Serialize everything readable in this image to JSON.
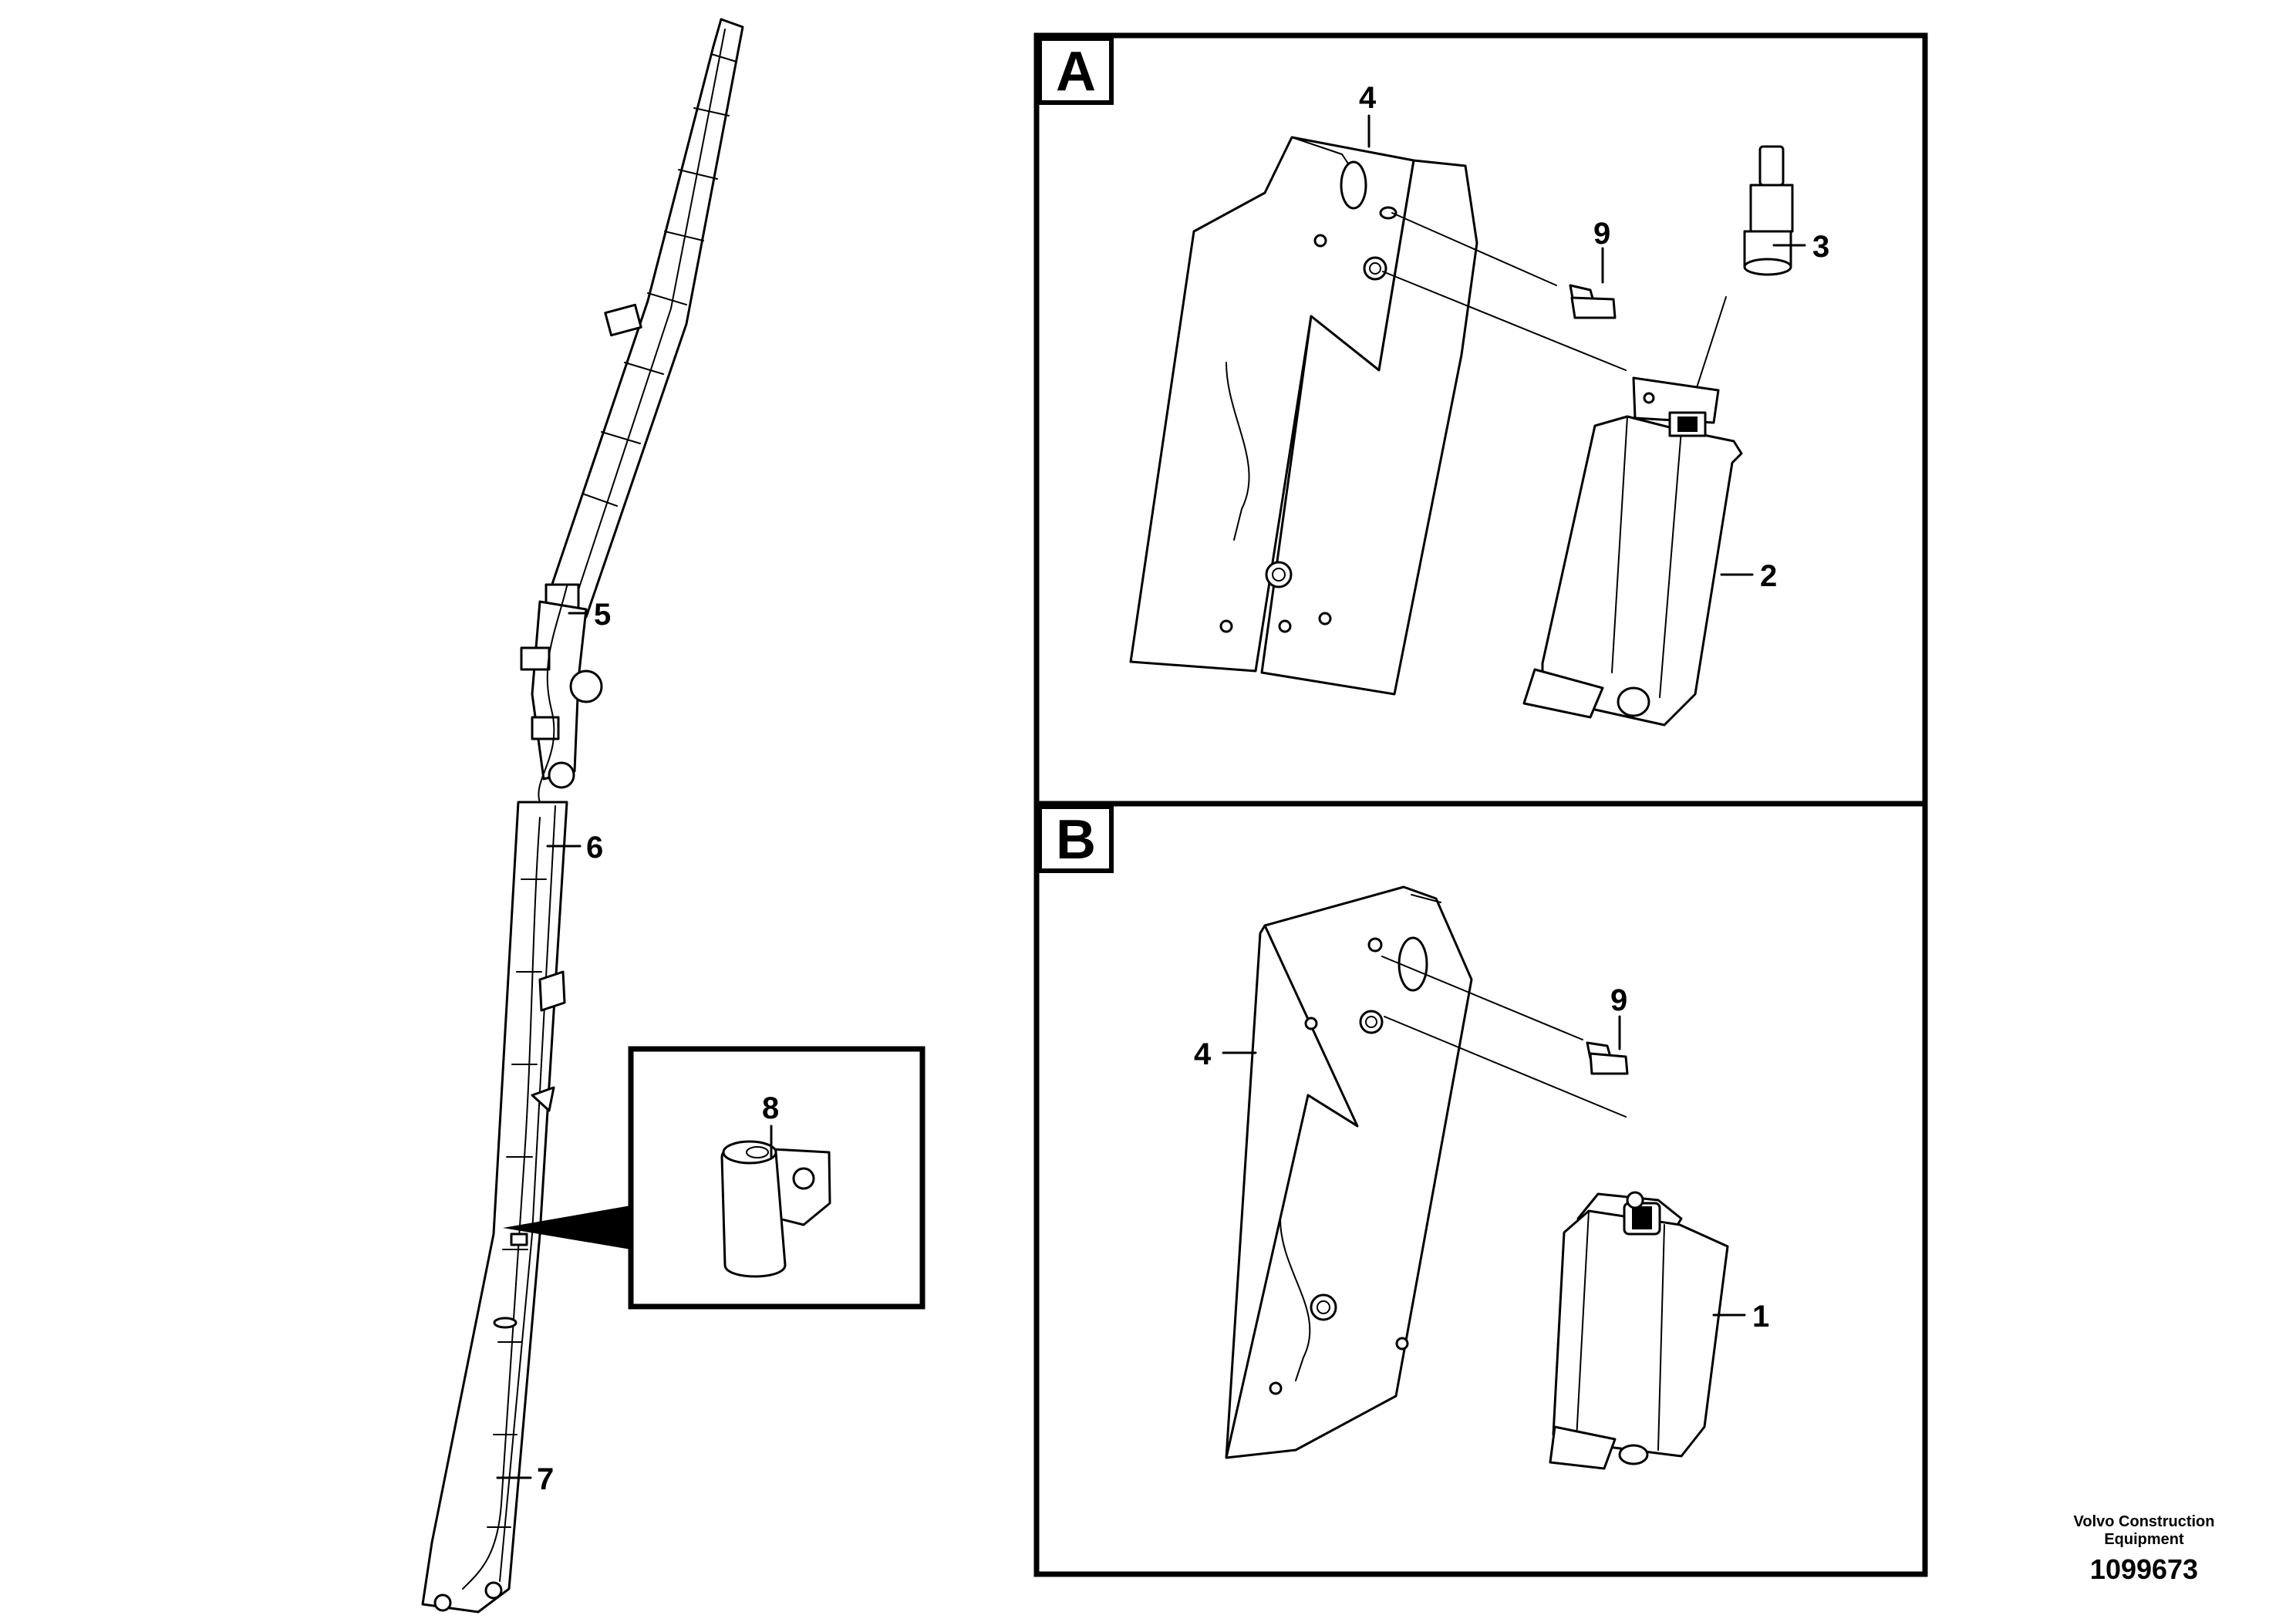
{
  "sections": [
    {
      "id": "A",
      "label": "A"
    },
    {
      "id": "B",
      "label": "B"
    }
  ],
  "callouts": {
    "boom_5": "5",
    "boom_6": "6",
    "boom_7": "7",
    "detail_8": "8",
    "a_bracket_4": "4",
    "a_bolt_9": "9",
    "a_sensor_3": "3",
    "a_unit_2": "2",
    "b_bracket_4": "4",
    "b_bolt_9": "9",
    "b_unit_1": "1"
  },
  "footer": {
    "manufacturer_line1": "Volvo Construction",
    "manufacturer_line2": "Equipment",
    "drawing_number": "1099673"
  }
}
